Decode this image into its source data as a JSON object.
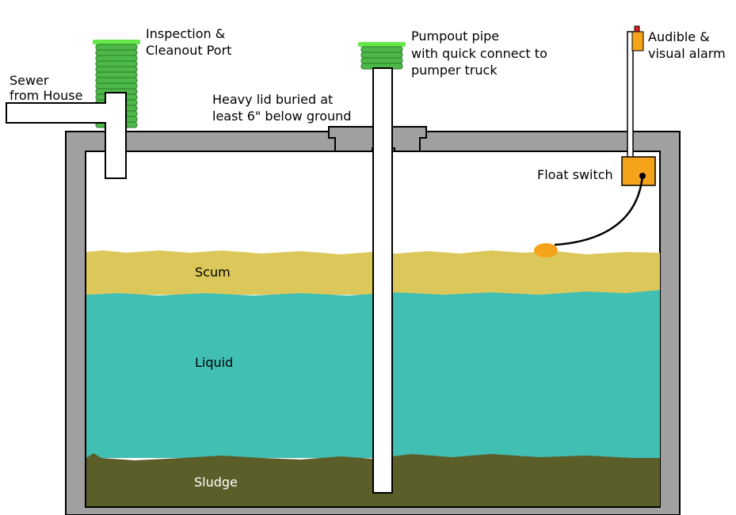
{
  "labels": {
    "sewer_line1": "Sewer",
    "sewer_line2": "from House",
    "inspection_line1": "Inspection &",
    "inspection_line2": "Cleanout Port",
    "lid_line1": "Heavy lid buried at",
    "lid_line2": "least 6\" below ground",
    "pumpout_line1": "Pumpout pipe",
    "pumpout_line2": "with quick connect to",
    "pumpout_line3": "pumper truck",
    "alarm_line1": "Audible &",
    "alarm_line2": "visual alarm",
    "float_switch": "Float switch",
    "scum": "Scum",
    "liquid": "Liquid",
    "sludge": "Sludge"
  },
  "colors": {
    "tank_wall": "#a0a0a0",
    "outline": "#000000",
    "scum": "#dcc85a",
    "liquid": "#41bfb3",
    "sludge": "#5c5e2a",
    "riser_green": "#4cb848",
    "riser_cap": "#66e84a",
    "float_orange": "#f5a31b",
    "alarm_red": "#e02020",
    "pipe": "#ffffff"
  },
  "icons": {
    "inspection_riser": "corrugated-riser-icon",
    "pumpout_riser": "corrugated-riser-icon",
    "alarm": "alarm-box-icon",
    "float_switch": "switch-box-icon",
    "float": "float-ball-icon"
  }
}
